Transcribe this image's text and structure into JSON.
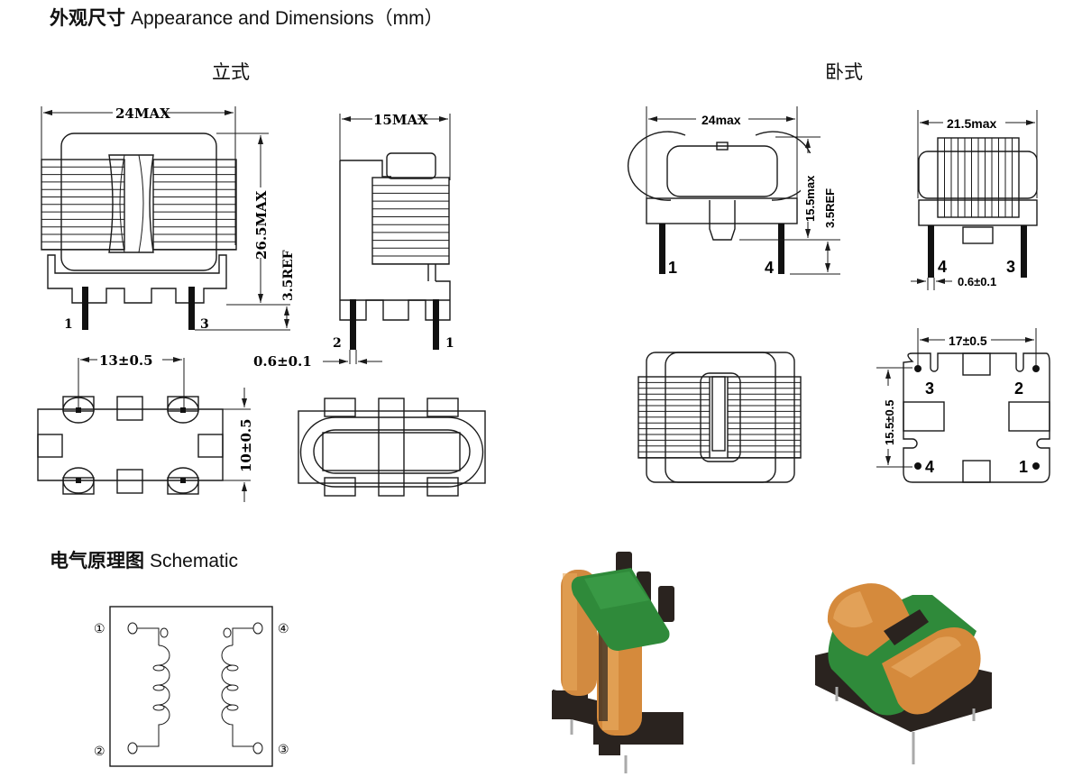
{
  "header": {
    "title_cn": "外观尺寸",
    "title_en": "Appearance and Dimensions（mm）"
  },
  "vertical": {
    "label": "立式",
    "front": {
      "width": "24MAX",
      "height": "26.5MAX",
      "standoff": "3.5REF",
      "pin_left": "1",
      "pin_right": "3"
    },
    "side": {
      "width": "15MAX",
      "pin_dia": "0.6±0.1",
      "pin_left": "2",
      "pin_right": "1"
    },
    "bottom": {
      "pitch_x": "13±0.5",
      "pitch_y": "10±0.5"
    }
  },
  "horizontal": {
    "label": "卧式",
    "front": {
      "width": "24max",
      "height": "15.5max",
      "standoff": "3.5REF",
      "pin_left": "1",
      "pin_right": "4"
    },
    "side": {
      "width": "21.5max",
      "pin_dia": "0.6±0.1",
      "pin_left": "4",
      "pin_right": "3"
    },
    "bottom": {
      "pitch_x": "17±0.5",
      "pitch_y": "15.5±0.5",
      "pins": [
        "3",
        "2",
        "4",
        "1"
      ]
    }
  },
  "schematic": {
    "title_cn": "电气原理图",
    "title_en": "Schematic",
    "pins": [
      "①",
      "②",
      "③",
      "④"
    ]
  },
  "photos": {
    "vertical_alt": "vertical common-mode choke photo",
    "horizontal_alt": "horizontal common-mode choke photo",
    "colors": {
      "copper": "#d58a3c",
      "green": "#2f8a3a",
      "base": "#2a231f"
    }
  }
}
